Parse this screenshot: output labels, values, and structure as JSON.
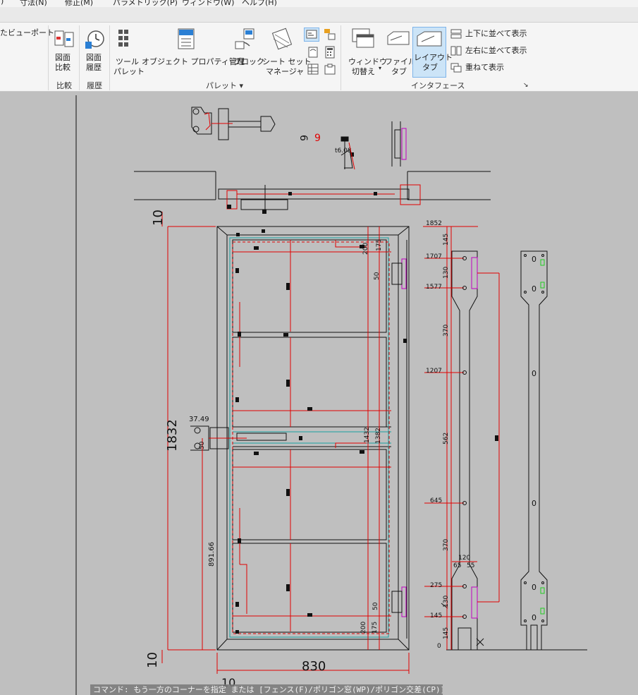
{
  "menubar": {
    "items": [
      ")",
      "寸法(N)",
      "修正(M)",
      "パラメトリック(P)",
      "ウィンドウ(W)",
      "ヘルプ(H)"
    ]
  },
  "ribbon": {
    "viewport_cut": "たビューポート",
    "compare_btn": [
      "図面",
      "比較"
    ],
    "history_btn": [
      "図面",
      "履歴"
    ],
    "group_compare": "比較",
    "group_history": "履歴",
    "tool_palette_btn": [
      "ツール",
      "パレット"
    ],
    "object_props_btn": "オブジェクト プロパティ管理",
    "block_btn": "ブロック",
    "sheetset_btn": [
      "シート セット",
      "マネージャ"
    ],
    "group_palette": "パレット ▾",
    "window_switch_btn": [
      "ウィンドウ",
      "切替え"
    ],
    "file_tab_btn": [
      "ファイル",
      "タブ"
    ],
    "layout_tab_btn": [
      "レイアウト",
      "タブ"
    ],
    "tile_h": "上下に並べて表示",
    "tile_v": "左右に並べて表示",
    "cascade": "重ねて表示",
    "group_interface": "インタフェース"
  },
  "drawing": {
    "dim_left_top": "10",
    "dim_left_height": "1832",
    "dim_left_bottom": "10",
    "dim_width": "830",
    "dim_bottom": "10",
    "dim_3749": "37.49",
    "dim_50": "50",
    "dim_89166": "891.66",
    "dim_t6": "t6.08",
    "dim_200a": "200",
    "dim_175a": "175",
    "dim_50a": "50",
    "dim_200b": "200",
    "dim_175b": "175",
    "dim_50b": "50",
    "dim_1432": "1432",
    "dim_1382": "1382",
    "elev": [
      "1852",
      "1707",
      "1577",
      "1207",
      "645",
      "275",
      "145",
      "0"
    ],
    "seg": [
      "145",
      "130",
      "370",
      "562",
      "370",
      "130",
      "145"
    ],
    "dim_120": "120",
    "dim_65": "65",
    "dim_55": "55",
    "hole_mark": "0"
  },
  "command": {
    "prompt": "コマンド: もう一方のコーナーを指定 または [フェンス(F)/ポリゴン窓(WP)/ポリゴン交差(CP)]:"
  }
}
